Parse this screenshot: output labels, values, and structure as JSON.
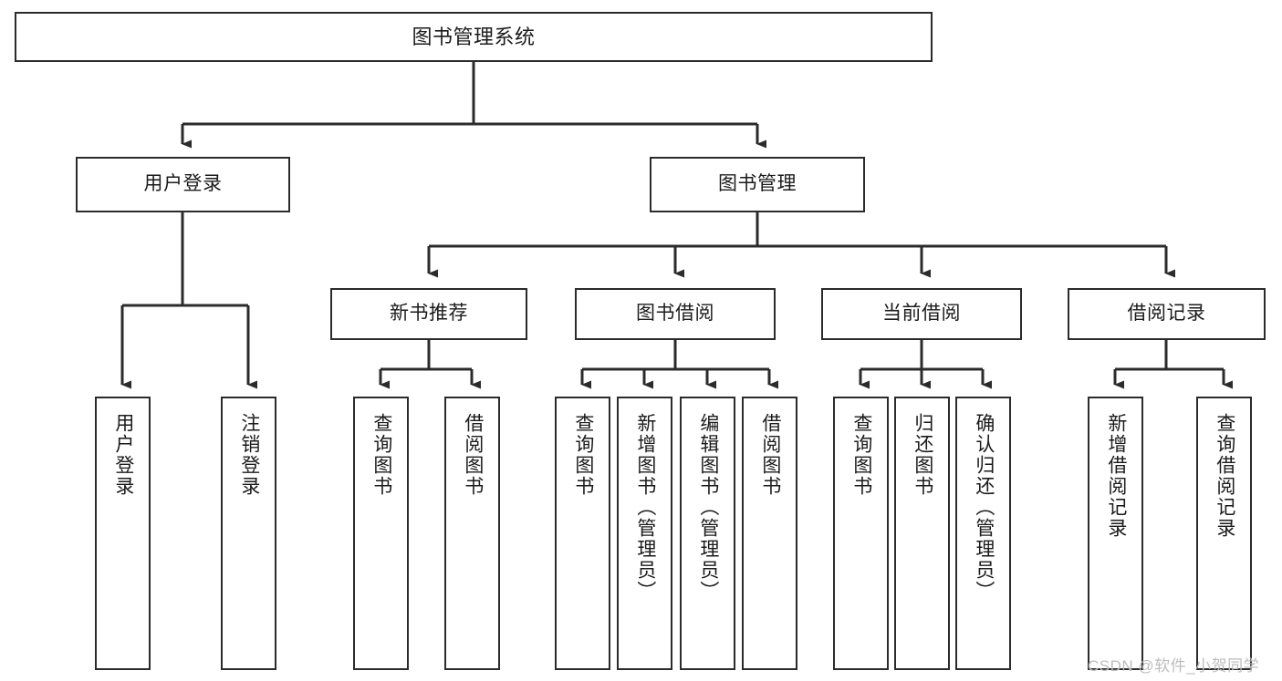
{
  "diagram": {
    "title": "图书管理系统",
    "type": "tree-hierarchy-chart",
    "colors": {
      "stroke": "#2b2b2b",
      "fill": "#ffffff",
      "text": "#1b1b1b",
      "watermark": "#bdbdbd"
    },
    "levels": {
      "root": {
        "label": "图书管理系统"
      },
      "level2": [
        {
          "label": "用户登录"
        },
        {
          "label": "图书管理"
        }
      ],
      "level3": [
        {
          "label": "新书推荐"
        },
        {
          "label": "图书借阅"
        },
        {
          "label": "当前借阅"
        },
        {
          "label": "借阅记录"
        }
      ],
      "leaves": {
        "user_login": [
          {
            "label": "用户登录"
          },
          {
            "label": "注销登录"
          }
        ],
        "new_book_recommend": [
          {
            "label": "查询图书"
          },
          {
            "label": "借阅图书"
          }
        ],
        "book_borrow": [
          {
            "label": "查询图书"
          },
          {
            "label": "新增图书（管理员）"
          },
          {
            "label": "编辑图书（管理员）"
          },
          {
            "label": "借阅图书"
          }
        ],
        "current_borrow": [
          {
            "label": "查询图书"
          },
          {
            "label": "归还图书"
          },
          {
            "label": "确认归还（管理员）"
          }
        ],
        "borrow_record": [
          {
            "label": "新增借阅记录"
          },
          {
            "label": "查询借阅记录"
          }
        ]
      }
    }
  },
  "watermark": {
    "text": "CSDN @软件_小贺同学"
  }
}
